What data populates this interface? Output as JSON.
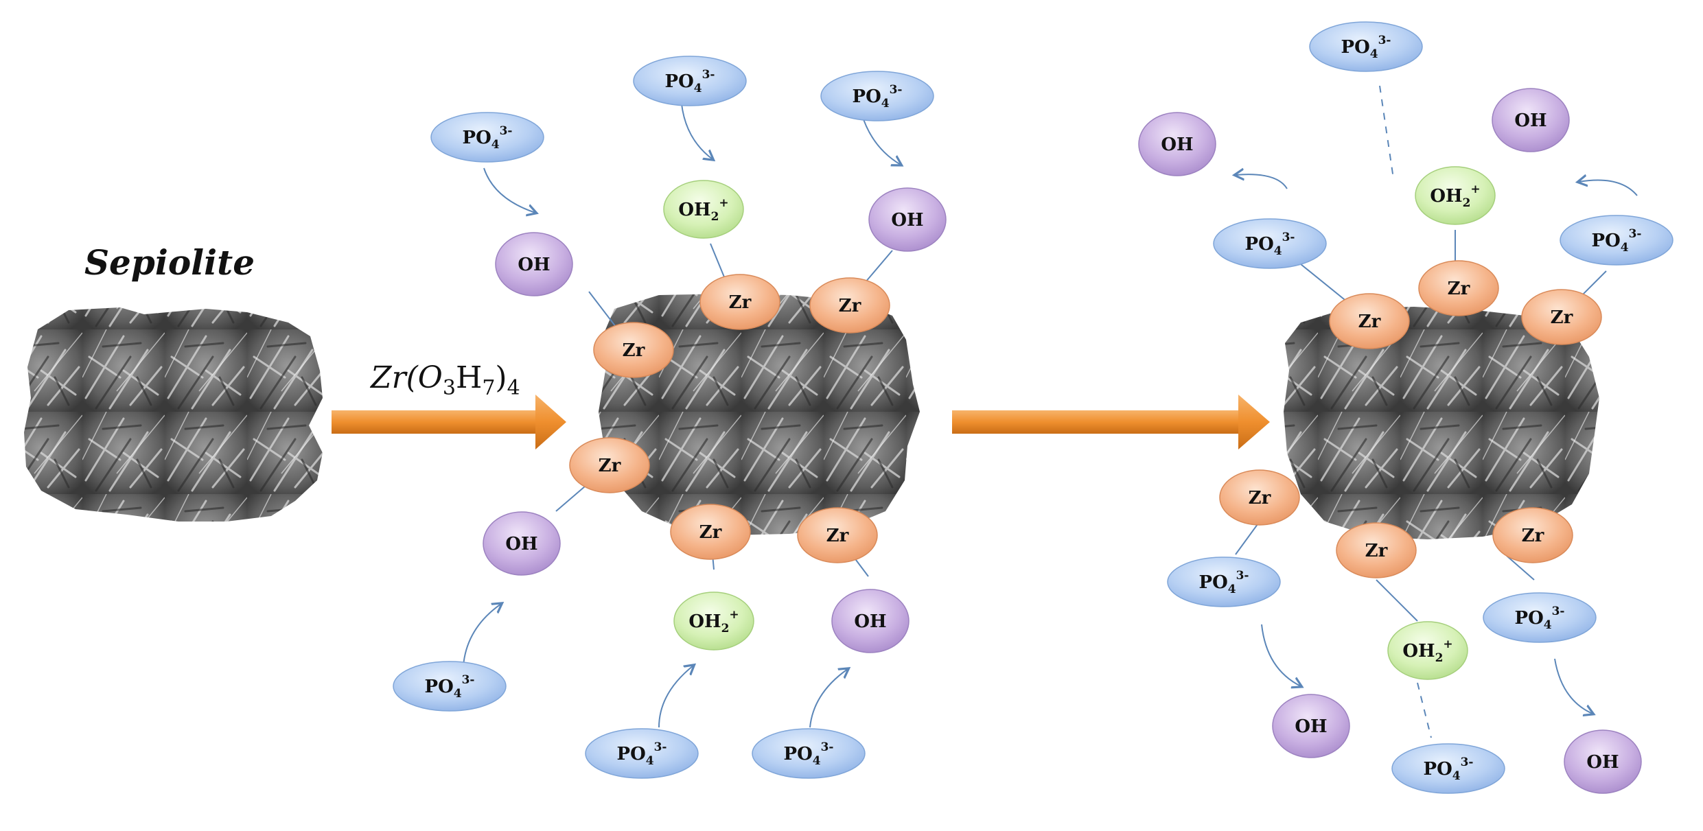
{
  "title": "Sepiolite",
  "reagent": {
    "prefix": "Zr(O",
    "sub1": "3",
    "mid": "H",
    "sub2": "7",
    "close": ")",
    "sub3": "4"
  },
  "labels": {
    "zr": "Zr",
    "oh": "OH",
    "oh2_base": "OH",
    "oh2_sub": "2",
    "oh2_sup": "+",
    "po4_base": "PO",
    "po4_sub": "4",
    "po4_sup": "3-"
  },
  "colors": {
    "zr": "#f5b48a",
    "oh": "#c7aee0",
    "oh2": "#d4f0b0",
    "po4": "#b3cdf2",
    "arrow": "#ef8f2e",
    "connector": "#5b86b8"
  }
}
